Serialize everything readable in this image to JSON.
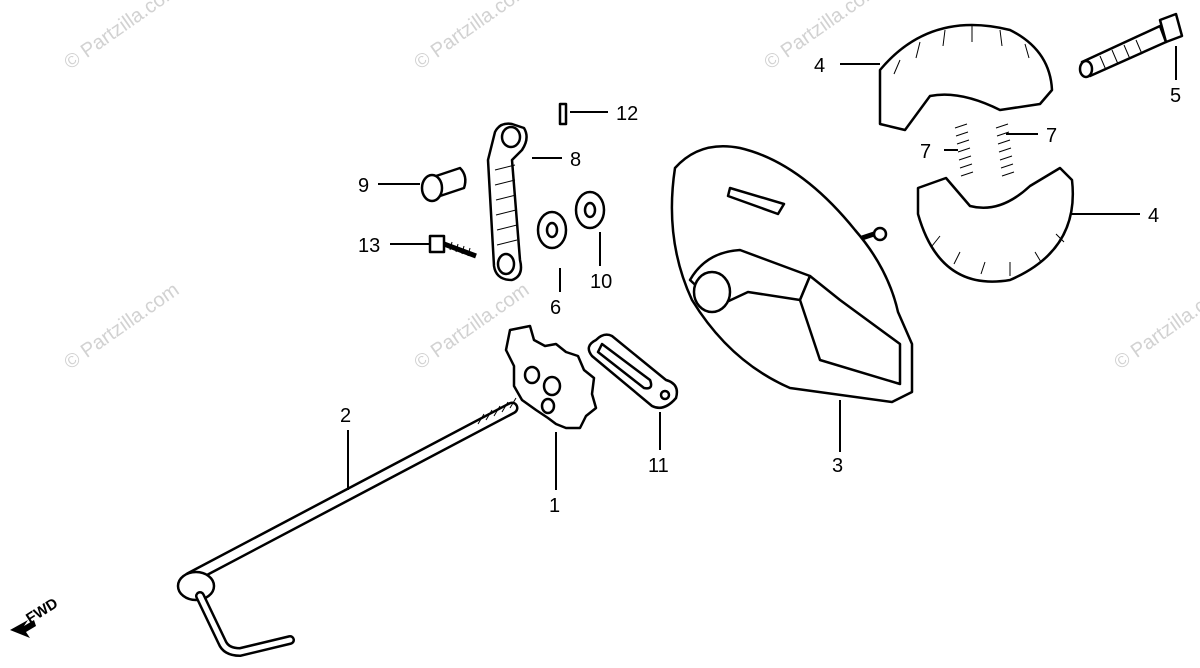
{
  "watermark": "© Partzilla.com",
  "direction_label": "FWD",
  "callouts": [
    {
      "id": "c1",
      "label": "1"
    },
    {
      "id": "c2",
      "label": "2"
    },
    {
      "id": "c3",
      "label": "3"
    },
    {
      "id": "c4a",
      "label": "4"
    },
    {
      "id": "c4b",
      "label": "4"
    },
    {
      "id": "c5",
      "label": "5"
    },
    {
      "id": "c6",
      "label": "6"
    },
    {
      "id": "c7a",
      "label": "7"
    },
    {
      "id": "c7b",
      "label": "7"
    },
    {
      "id": "c8",
      "label": "8"
    },
    {
      "id": "c9",
      "label": "9"
    },
    {
      "id": "c10",
      "label": "10"
    },
    {
      "id": "c11",
      "label": "11"
    },
    {
      "id": "c12",
      "label": "12"
    },
    {
      "id": "c13",
      "label": "13"
    }
  ]
}
